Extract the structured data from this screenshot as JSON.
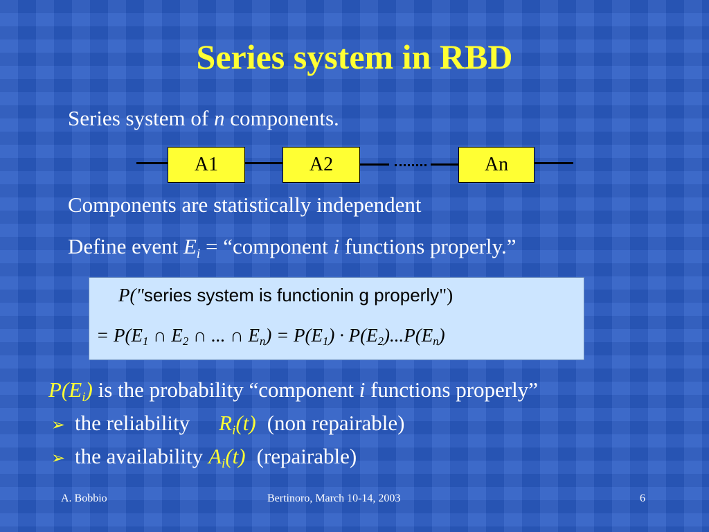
{
  "slide": {
    "title": "Series system in RBD",
    "intro": {
      "prefix": "Series system of ",
      "var": "n",
      "suffix": " components."
    },
    "diagram": {
      "blocks": [
        "A1",
        "A2",
        "An"
      ]
    },
    "independence": "Components are statistically independent",
    "define": {
      "prefix": "Define event ",
      "var": "E",
      "sub": "i",
      "equals": " = “component ",
      "ivar": "i",
      "suffix": " functions properly.”"
    },
    "formula": {
      "line1_lhs": "P(\"",
      "line1_text": "series system is functionin  g properly",
      "line1_rhs": "\")",
      "line2": {
        "eq": "= ",
        "p1": "P(E",
        "s1": "1",
        "cap1": " ∩ E",
        "s2": "2",
        "cap2": " ∩ ... ∩ E",
        "sn": "n",
        "mid": ") = P(E",
        "s1b": "1",
        "dot": ") · P(E",
        "s2b": "2",
        "dots": ")...P(E",
        "snb": "n",
        "end": ")"
      }
    },
    "definition": {
      "pe_prefix": "P(E",
      "pe_sub": "i",
      "pe_suffix": ")",
      "text_a": "  is the probability “component ",
      "ivar": "i",
      "text_b": " functions properly”"
    },
    "bullets": [
      {
        "label": "the reliability",
        "sym": "R",
        "sub": "i",
        "arg": "(t)",
        "note": "(non repairable)"
      },
      {
        "label": "the availability",
        "sym": "A",
        "sub": "i",
        "arg": "(t)",
        "note": "(repairable)"
      }
    ],
    "bullet_glyph": "➢",
    "footer": {
      "author": "A. Bobbio",
      "venue": "Bertinoro, March 10-14, 2003",
      "page": "6"
    },
    "colors": {
      "background": "#2b5cc4",
      "accent": "#ffff33",
      "formula_box": "#cce5ff"
    }
  }
}
